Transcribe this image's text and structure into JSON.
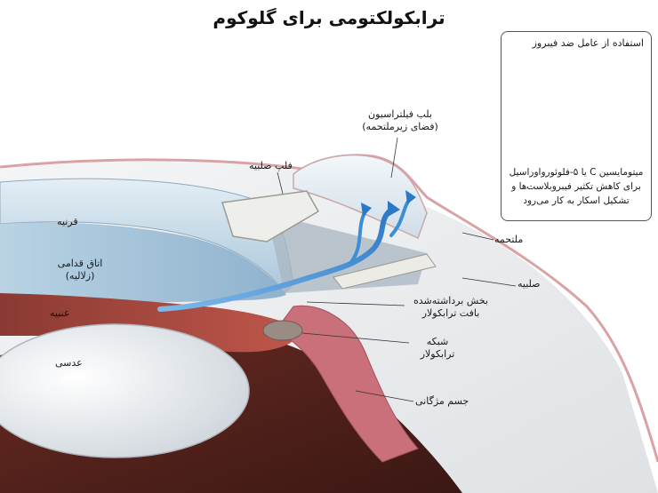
{
  "title": "ترابکولکتومی برای گلوکوم",
  "labels": {
    "bleb_line1": "بلب فیلتراسیون",
    "bleb_line2": "(فضای زیرملتحمه)",
    "scleral_flap": "فلپ صلبیه",
    "cornea": "قرنیه",
    "anterior_chamber_line1": "اتاق قدامی",
    "anterior_chamber_line2": "(زلالیه)",
    "iris": "عنبیه",
    "lens": "عدسی",
    "conjunctiva": "ملتحمه",
    "sclera": "صلبیه",
    "removed_tissue_line1": "بخش برداشته‌شده",
    "removed_tissue_line2": "بافت ترابکولار",
    "trabecular_line1": "شبکه",
    "trabecular_line2": "ترابکولار",
    "ciliary_body": "جسم مژگانی"
  },
  "inset": {
    "title": "استفاده از عامل ضد فیبروز",
    "caption_line1": "میتومایسین C یا ۵-فلوئورواوراسیل",
    "caption_line2": "برای کاهش تکثیر فیبروبلاست‌ها و",
    "caption_line3": "تشکیل اسکار به کار می‌رود"
  },
  "colors": {
    "sclera": "#eceef0",
    "cornea": "#c9dde9",
    "iris": "#a8463d",
    "lens": "#e9ecef",
    "ciliary": "#c9707a",
    "flow": "#3c8fd6",
    "conjunctiva": "#e8b8b8"
  }
}
